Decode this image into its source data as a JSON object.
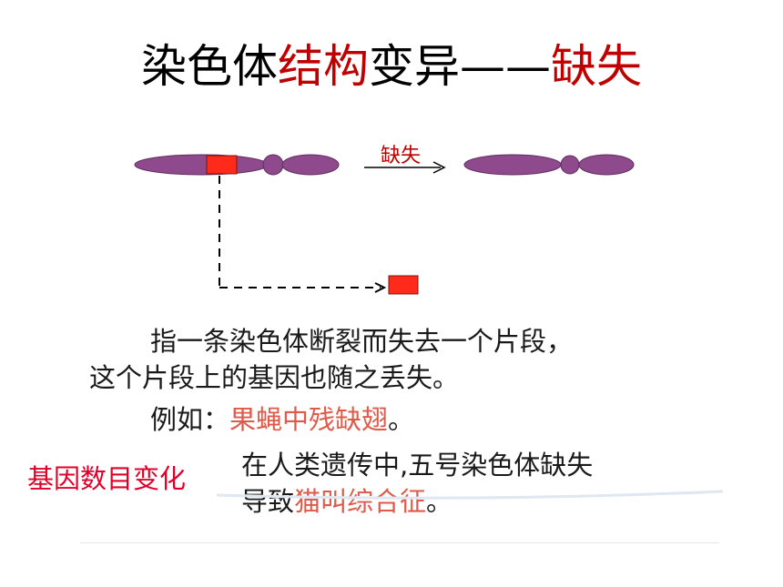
{
  "title": {
    "part1": "染色体",
    "part2": "结构",
    "part3": "变异——",
    "part4": "缺失"
  },
  "diagram": {
    "arrow_label": "缺失",
    "colors": {
      "chromosome": "#8e4a8c",
      "deleted_segment": "#ff2a1a",
      "arrow_label": "#c00000"
    }
  },
  "text": {
    "line1": "指一条染色体断裂而失去一个片段，",
    "line2": "这个片段上的基因也随之丢失。",
    "example_prefix": "例如：",
    "example_value": "果蝇中残缺翅",
    "example_suffix": "。",
    "human_line1": "在人类遗传中,五号染色体缺失",
    "human_line2_prefix": "导致",
    "human_line2_value": "猫叫综合征",
    "human_line2_suffix": "。"
  },
  "side_label": "基因数目变化"
}
